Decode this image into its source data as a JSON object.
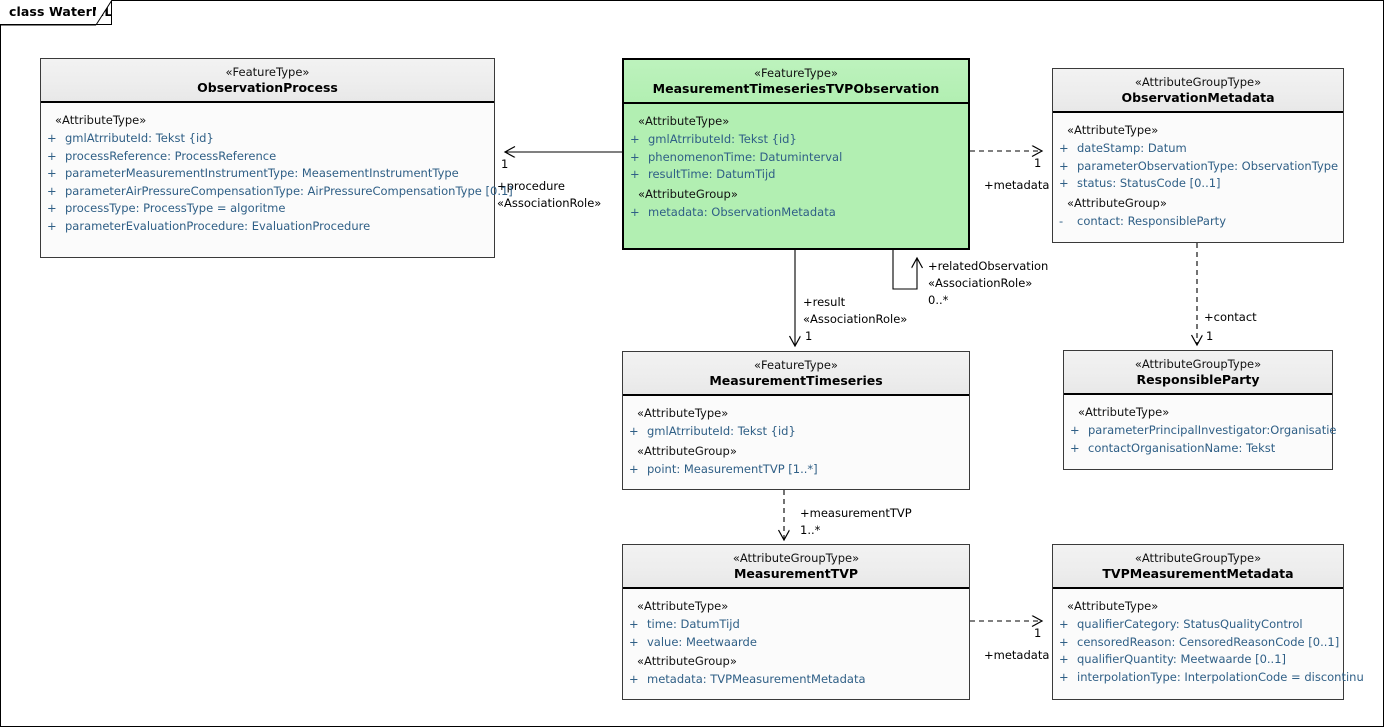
{
  "diagram": {
    "tab_label": "class WaterML",
    "accent_green": "#b2efb2",
    "attr_color": "#2f5f86",
    "header_gray": "#eeeeee"
  },
  "classes": [
    {
      "id": "observation-process",
      "stereotype": "«FeatureType»",
      "name": "ObservationProcess",
      "compartments": [
        {
          "group": "«AttributeType»",
          "attributes": [
            {
              "vis": "+",
              "text": "gmlAtrributeId: Tekst {id}"
            },
            {
              "vis": "+",
              "text": "processReference: ProcessReference"
            },
            {
              "vis": "+",
              "text": "parameterMeasurementInstrumentType: MeasementInstrumentType"
            },
            {
              "vis": "+",
              "text": "parameterAirPressureCompensationType: AirPressureCompensationType [0.1]"
            },
            {
              "vis": "+",
              "text": "processType: ProcessType = algoritme"
            },
            {
              "vis": "+",
              "text": "parameterEvaluationProcedure: EvaluationProcedure"
            }
          ]
        }
      ]
    },
    {
      "id": "measurement-timeseries-tvp-observation",
      "stereotype": "«FeatureType»",
      "name": "MeasurementTimeseriesTVPObservation",
      "highlighted": true,
      "compartments": [
        {
          "group": "«AttributeType»",
          "attributes": [
            {
              "vis": "+",
              "text": "gmlAtrributeId: Tekst {id}"
            },
            {
              "vis": "+",
              "text": "phenomenonTime: Datuminterval"
            },
            {
              "vis": "+",
              "text": "resultTime: DatumTijd"
            }
          ]
        },
        {
          "group": "«AttributeGroup»",
          "attributes": [
            {
              "vis": "+",
              "text": "metadata: ObservationMetadata"
            }
          ]
        }
      ]
    },
    {
      "id": "observation-metadata",
      "stereotype": "«AttributeGroupType»",
      "name": "ObservationMetadata",
      "compartments": [
        {
          "group": "«AttributeType»",
          "attributes": [
            {
              "vis": "+",
              "text": "dateStamp: Datum"
            },
            {
              "vis": "+",
              "text": "parameterObservationType: ObservationType"
            },
            {
              "vis": "+",
              "text": "status: StatusCode [0..1]"
            }
          ]
        },
        {
          "group": "«AttributeGroup»",
          "attributes": [
            {
              "vis": "-",
              "text": "contact: ResponsibleParty"
            }
          ]
        }
      ]
    },
    {
      "id": "measurement-timeseries",
      "stereotype": "«FeatureType»",
      "name": "MeasurementTimeseries",
      "compartments": [
        {
          "group": "«AttributeType»",
          "attributes": [
            {
              "vis": "+",
              "text": "gmlAtrributeId: Tekst {id}"
            }
          ]
        },
        {
          "group": "«AttributeGroup»",
          "attributes": [
            {
              "vis": "+",
              "text": "point: MeasurementTVP [1..*]"
            }
          ]
        }
      ]
    },
    {
      "id": "responsible-party",
      "stereotype": "«AttributeGroupType»",
      "name": "ResponsibleParty",
      "compartments": [
        {
          "group": "«AttributeType»",
          "attributes": [
            {
              "vis": "+",
              "text": "parameterPrincipalInvestigator:Organisatie"
            },
            {
              "vis": "+",
              "text": "contactOrganisationName: Tekst"
            }
          ]
        }
      ]
    },
    {
      "id": "measurement-tvp",
      "stereotype": "«AttributeGroupType»",
      "name": "MeasurementTVP",
      "compartments": [
        {
          "group": "«AttributeType»",
          "attributes": [
            {
              "vis": "+",
              "text": "time: DatumTijd"
            },
            {
              "vis": "+",
              "text": "value: Meetwaarde"
            }
          ]
        },
        {
          "group": "«AttributeGroup»",
          "attributes": [
            {
              "vis": "+",
              "text": "metadata: TVPMeasurementMetadata"
            }
          ]
        }
      ]
    },
    {
      "id": "tvp-measurement-metadata",
      "stereotype": "«AttributeGroupType»",
      "name": "TVPMeasurementMetadata",
      "compartments": [
        {
          "group": "«AttributeType»",
          "attributes": [
            {
              "vis": "+",
              "text": "qualifierCategory: StatusQualityControl"
            },
            {
              "vis": "+",
              "text": "censoredReason: CensoredReasonCode [0..1]"
            },
            {
              "vis": "+",
              "text": "qualifierQuantity: Meetwaarde [0..1]"
            },
            {
              "vis": "+",
              "text": "interpolationType: InterpolationCode = discontinu"
            }
          ]
        }
      ]
    }
  ],
  "connectors": [
    {
      "id": "procedure",
      "from": "measurement-timeseries-tvp-observation",
      "to": "observation-process",
      "style": "association",
      "source_multiplicity": "1",
      "role": "+procedure",
      "stereotype": "«AssociationRole»"
    },
    {
      "id": "metadata-observation",
      "from": "measurement-timeseries-tvp-observation",
      "to": "observation-metadata",
      "style": "dependency",
      "target_multiplicity": "1",
      "role": "+metadata"
    },
    {
      "id": "related-observation",
      "from": "measurement-timeseries-tvp-observation",
      "to": "measurement-timeseries-tvp-observation",
      "style": "association",
      "role": "+relatedObservation",
      "stereotype": "«AssociationRole»",
      "target_multiplicity": "0..*"
    },
    {
      "id": "result",
      "from": "measurement-timeseries-tvp-observation",
      "to": "measurement-timeseries",
      "style": "association",
      "role": "+result",
      "stereotype": "«AssociationRole»",
      "target_multiplicity": "1"
    },
    {
      "id": "contact",
      "from": "observation-metadata",
      "to": "responsible-party",
      "style": "dependency",
      "role": "+contact",
      "target_multiplicity": "1"
    },
    {
      "id": "measurement-tvp-link",
      "from": "measurement-timeseries",
      "to": "measurement-tvp",
      "style": "dependency",
      "role": "+measurementTVP",
      "target_multiplicity": "1..*"
    },
    {
      "id": "metadata-tvp",
      "from": "measurement-tvp",
      "to": "tvp-measurement-metadata",
      "style": "dependency",
      "role": "+metadata",
      "target_multiplicity": "1"
    }
  ],
  "labels": {
    "procedure_mult": "1",
    "procedure_role": "+procedure",
    "procedure_stereo": "«AssociationRole»",
    "metadata_obs_mult": "1",
    "metadata_obs_role": "+metadata",
    "related_role": "+relatedObservation",
    "related_stereo": "«AssociationRole»",
    "related_mult": "0..*",
    "result_role": "+result",
    "result_stereo": "«AssociationRole»",
    "result_mult": "1",
    "contact_role": "+contact",
    "contact_mult": "1",
    "mtvp_role": "+measurementTVP",
    "mtvp_mult": "1..*",
    "metadata_tvp_mult": "1",
    "metadata_tvp_role": "+metadata"
  }
}
